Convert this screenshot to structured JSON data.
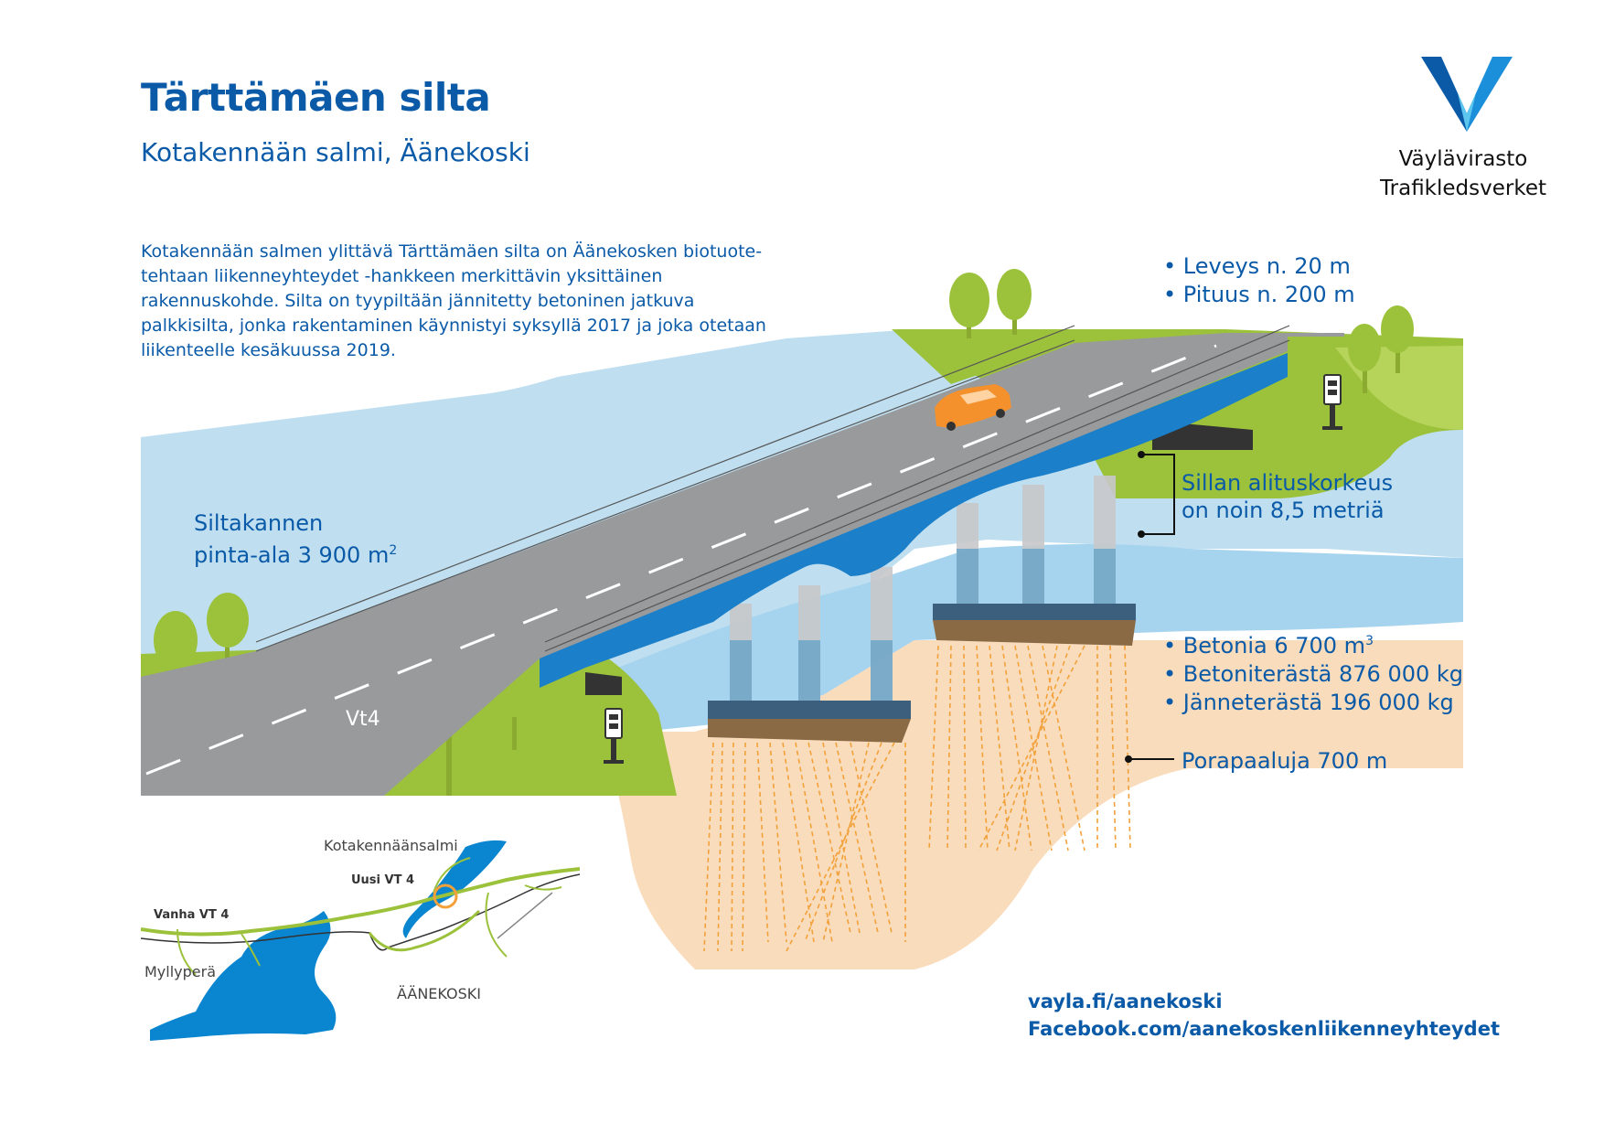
{
  "header": {
    "title": "Tärttämäen silta",
    "subtitle": "Kotakennään salmi, Äänekoski"
  },
  "intro": "Kotakennään salmen ylittävä Tärttämäen silta on Äänekosken biotuote- tehtaan liikenneyhteydet -hankkeen merkittävin yksittäinen rakennuskohde. Silta on tyypiltään jännitetty betoninen jatkuva palkkisilta, jonka rakentaminen käynnistyi syksyllä 2017 ja joka otetaan liikenteelle kesäkuussa 2019.",
  "logo": {
    "line1": "Väylävirasto",
    "line2": "Trafikledsverket",
    "colors": [
      "#0a5aa8",
      "#1b8fd9",
      "#5cc6ef"
    ]
  },
  "dimensions": [
    "Leveys n. 20 m",
    "Pituus n. 200 m"
  ],
  "deck_area": {
    "line1": "Siltakannen",
    "line2": "pinta-ala 3 900 m",
    "sup": "2"
  },
  "clearance": {
    "line1": "Sillan alituskorkeus",
    "line2": "on noin 8,5 metriä"
  },
  "materials": {
    "concrete": {
      "text": "Betonia 6 700 m",
      "sup": "3"
    },
    "rebar": "Betoniterästä 876 000 kg",
    "tendon": "Jänneterästä 196 000 kg"
  },
  "piles": "Porapaaluja 700 m",
  "road_label": "Vt4",
  "map": {
    "labels": {
      "strait": "Kotakennäänsalmi",
      "new_road": "Uusi VT 4",
      "old_road": "Vanha VT 4",
      "village": "Myllyperä",
      "town": "ÄÄNEKOSKI"
    }
  },
  "links": [
    "vayla.fi/aanekoski",
    "Facebook.com/aanekoskenliikenneyhteydet"
  ],
  "colors": {
    "brand_blue": "#0a5aa8",
    "bridge_blue": "#1b7fc9",
    "road_gray": "#999a9c",
    "grass": "#9cc23c",
    "water": "#bfdff1",
    "ground": "#f9dcbc",
    "pile": "#f2a13a"
  }
}
